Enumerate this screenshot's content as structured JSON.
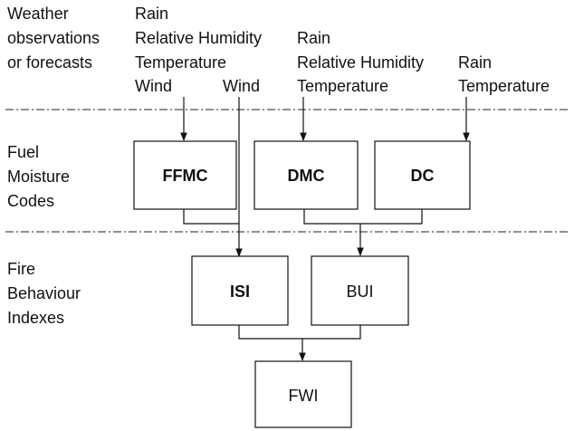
{
  "section_labels": {
    "weather": [
      "Weather",
      "observations",
      "or forecasts"
    ],
    "fuel": [
      "Fuel",
      "Moisture",
      "Codes"
    ],
    "fire": [
      "Fire",
      "Behaviour",
      "Indexes"
    ]
  },
  "inputs": {
    "ffmc": [
      "Rain",
      "Relative Humidity",
      "Temperature",
      "Wind"
    ],
    "isi_wind": "Wind",
    "dmc": [
      "Rain",
      "Relative Humidity",
      "Temperature"
    ],
    "dc": [
      "Rain",
      "Temperature"
    ]
  },
  "nodes": {
    "ffmc": "FFMC",
    "dmc": "DMC",
    "dc": "DC",
    "isi": "ISI",
    "bui": "BUI",
    "fwi": "FWI"
  }
}
